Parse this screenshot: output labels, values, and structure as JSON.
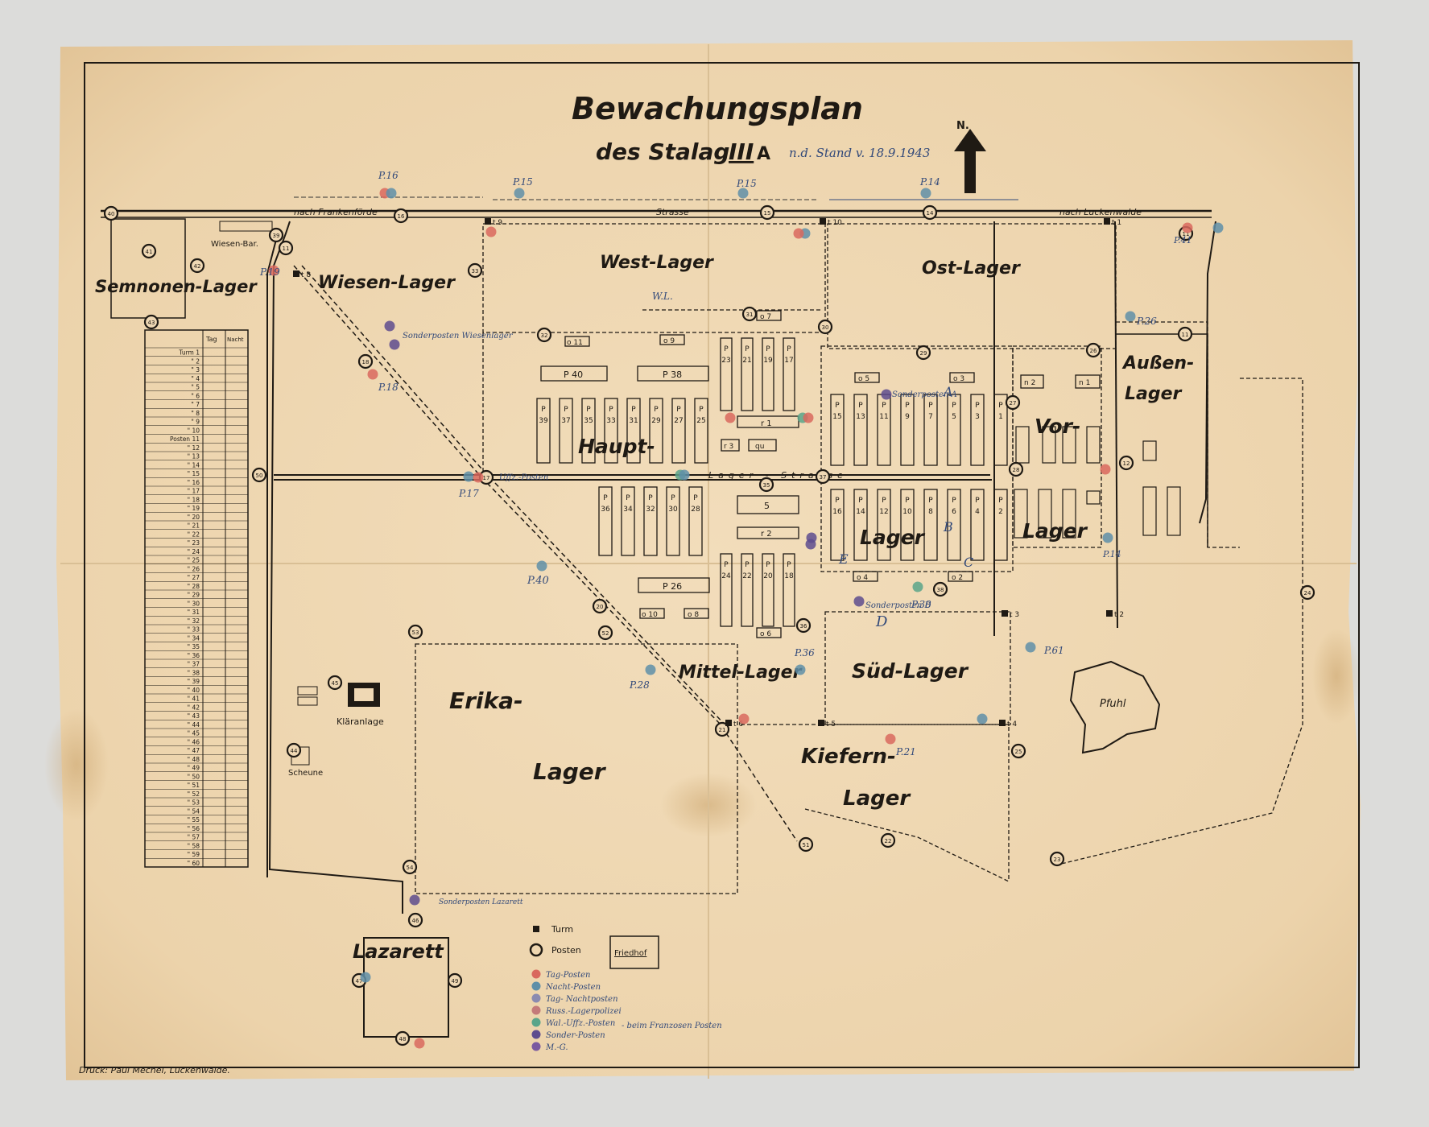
{
  "title": "Bewachungsplan",
  "subtitle": "des Stalag",
  "subtitle_roman": "III",
  "subtitle_suffix": "A",
  "date_note": "n.d. Stand v. 18.9.1943",
  "north": "N.",
  "roads": {
    "strasse": "Strasse",
    "frankenfoerde": "nach Frankenförde",
    "luckenwalde": "nach Luckenwalde",
    "lagerstrasse": "Lager - Strasse",
    "wiesen_bar": "Wiesen-Bar."
  },
  "camps": {
    "semnonen": "Semnonen-Lager",
    "wiesen": "Wiesen-Lager",
    "west": "West-Lager",
    "ost": "Ost-Lager",
    "aussen1": "Außen-",
    "aussen2": "Lager",
    "haupt": "Haupt-",
    "vor": "Vor-",
    "lager_center": "Lager",
    "lager_vor": "Lager",
    "mittel": "Mittel-Lager",
    "sued": "Süd-Lager",
    "erika1": "Erika-",
    "erika2": "Lager",
    "kiefern1": "Kiefern-",
    "kiefern2": "Lager",
    "lazarett": "Lazarett",
    "pfuhl": "Pfuhl",
    "klaeranlage": "Kläranlage",
    "scheune": "Scheune",
    "friedhof": "Friedhof"
  },
  "barracks": {
    "p40": "P 40",
    "p38": "P 38",
    "p26": "P 26",
    "s": "5",
    "r1": "r 1",
    "r2": "r 2",
    "r3": "r 3",
    "qu": "qu",
    "o3": "o 3",
    "o5": "o 5",
    "o4": "o 4",
    "o2": "o 2",
    "o7": "o 7",
    "o9": "o 9",
    "o11": "o 11",
    "o10": "o 10",
    "o8": "o 8",
    "o6": "o 6",
    "n1": "n 1",
    "n2": "n 2",
    "hauptN": [
      "39",
      "37",
      "35",
      "33",
      "31",
      "29",
      "27",
      "25"
    ],
    "hauptS": [
      "36",
      "34",
      "32",
      "30",
      "28"
    ],
    "midN": [
      "23",
      "21",
      "19",
      "17"
    ],
    "midS": [
      "24",
      "22",
      "20",
      "18"
    ],
    "ostN": [
      "15",
      "13",
      "11",
      "9",
      "7",
      "5",
      "3",
      "1"
    ],
    "ostS": [
      "16",
      "14",
      "12",
      "10",
      "8",
      "6",
      "4",
      "2"
    ]
  },
  "posts_handwritten": {
    "p16": "P.16",
    "p15a": "P.15",
    "p15b": "P.15",
    "p14": "P.14",
    "p41": "P.41",
    "p19": "P.19",
    "p18": "P.18",
    "p17": "P.17",
    "p40": "P.40",
    "p28": "P.28",
    "p36": "P.36",
    "p38": "P.38",
    "p26": "P.26",
    "p61": "P.61",
    "p21": "P.21",
    "p14b": "P.14",
    "sonder_wiesen": "Sonderposten Wiesenlager",
    "sonder_a": "Sonderposten A",
    "sonder_d": "Sonderposten D",
    "sonder_laz": "Sonderposten Lazarett",
    "uffz": "Uffz.-Posten",
    "wl": "W.L.",
    "letter_a": "A",
    "letter_b": "B",
    "letter_c": "C",
    "letter_d": "D",
    "letter_e": "E"
  },
  "towers": [
    "t 1",
    "t 2",
    "t 3",
    "t 4",
    "t 5",
    "t 6",
    "t 8",
    "t 9",
    "t 10"
  ],
  "table": {
    "head_tag": "Tag",
    "head_nacht": "Nacht",
    "rows": [
      "Turm 1",
      "\" 2",
      "\" 3",
      "\" 4",
      "\" 5",
      "\" 6",
      "\" 7",
      "\" 8",
      "\" 9",
      "\" 10",
      "Posten 11",
      "\" 12",
      "\" 13",
      "\" 14",
      "\" 15",
      "\" 16",
      "\" 17",
      "\" 18",
      "\" 19",
      "\" 20",
      "\" 21",
      "\" 22",
      "\" 23",
      "\" 24",
      "\" 25",
      "\" 26",
      "\" 27",
      "\" 28",
      "\" 29",
      "\" 30",
      "\" 31",
      "\" 32",
      "\" 33",
      "\" 34",
      "\" 35",
      "\" 36",
      "\" 37",
      "\" 38",
      "\" 39",
      "\" 40",
      "\" 41",
      "\" 42",
      "\" 43",
      "\" 44",
      "\" 45",
      "\" 46",
      "\" 47",
      "\" 48",
      "\" 49",
      "\" 50",
      "\" 51",
      "\" 52",
      "\" 53",
      "\" 54",
      "\" 55",
      "\" 56",
      "\" 57",
      "\" 58",
      "\" 59",
      "\" 60"
    ]
  },
  "legend": {
    "turm": "Turm",
    "posten": "Posten",
    "items": [
      {
        "label": "Tag-Posten",
        "color": "#d9685e"
      },
      {
        "label": "Nacht-Posten",
        "color": "#5f8fa8"
      },
      {
        "label": "Tag- Nachtposten",
        "color": "#8a8ab0"
      },
      {
        "label": "Russ.-Lagerpolizei",
        "color": "#c47a7a"
      },
      {
        "label": "Wal.-Uffz.-Posten",
        "color": "#5aa58a"
      },
      {
        "label": "Sonder-Posten",
        "color": "#5e4c8e"
      },
      {
        "label": "M.-G.",
        "color": "#7a5aa0"
      }
    ],
    "extra": "- beim Franzosen Posten"
  },
  "printer": "Druck: Paul Mechel, Luckenwalde.",
  "colors": {
    "paper": "#efd8b4",
    "ink": "#1f1a14",
    "pencil_blue": "#334a7a",
    "tag": "#d9685e",
    "nacht": "#5f8fa8",
    "sonder": "#5e4c8e",
    "uffz": "#5aa58a"
  }
}
